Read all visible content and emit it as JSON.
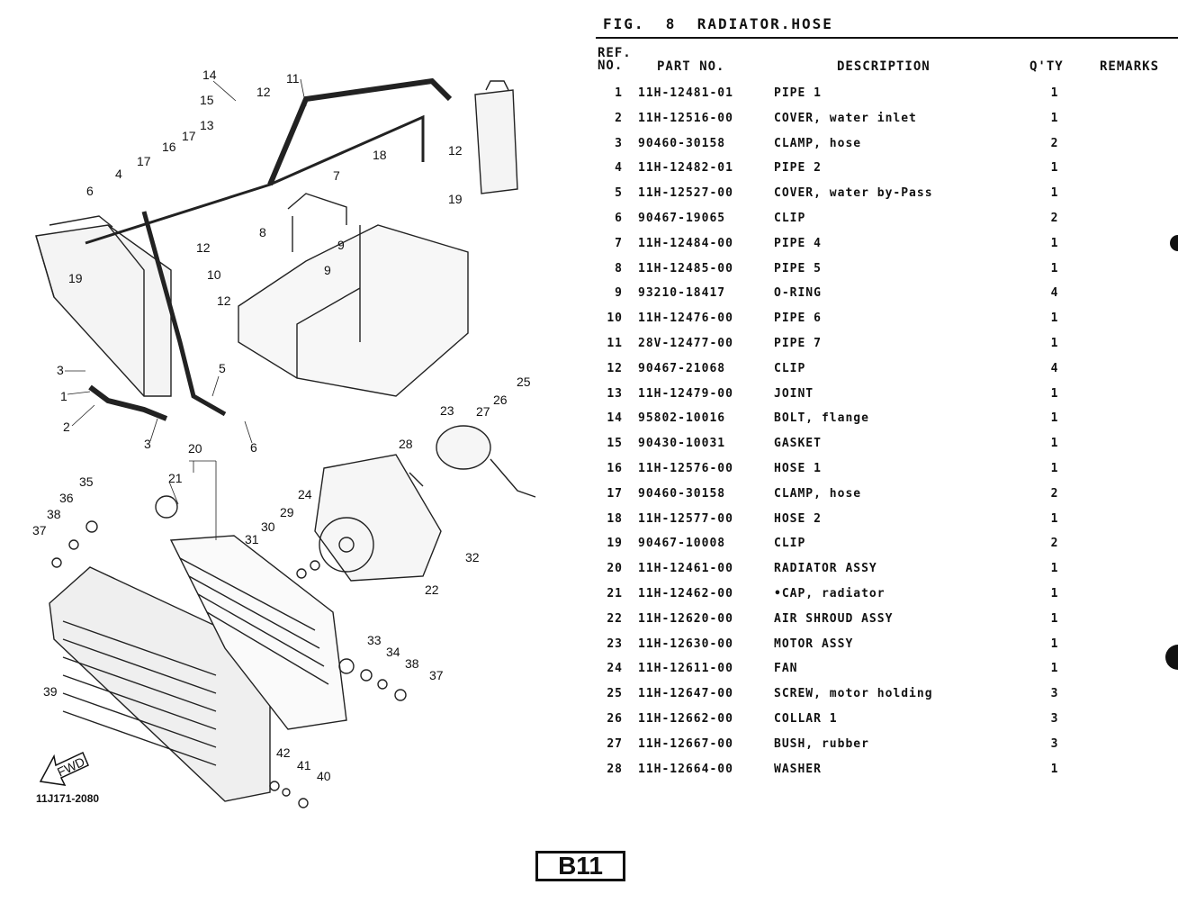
{
  "figure": {
    "title": "FIG.  8  RADIATOR.HOSE"
  },
  "table": {
    "headers": {
      "ref_line1": "REF.",
      "ref_line2": "NO.",
      "part_no": "PART NO.",
      "description": "DESCRIPTION",
      "qty": "Q'TY",
      "remarks": "REMARKS"
    },
    "rows": [
      {
        "ref": "1",
        "part": "11H-12481-01",
        "desc": "PIPE 1",
        "qty": "1"
      },
      {
        "ref": "2",
        "part": "11H-12516-00",
        "desc": "COVER, water inlet",
        "qty": "1"
      },
      {
        "ref": "3",
        "part": "90460-30158",
        "desc": "CLAMP, hose",
        "qty": "2"
      },
      {
        "ref": "4",
        "part": "11H-12482-01",
        "desc": "PIPE 2",
        "qty": "1"
      },
      {
        "ref": "5",
        "part": "11H-12527-00",
        "desc": "COVER, water by-Pass",
        "qty": "1"
      },
      {
        "ref": "6",
        "part": "90467-19065",
        "desc": "CLIP",
        "qty": "2"
      },
      {
        "ref": "7",
        "part": "11H-12484-00",
        "desc": "PIPE 4",
        "qty": "1"
      },
      {
        "ref": "8",
        "part": "11H-12485-00",
        "desc": "PIPE 5",
        "qty": "1"
      },
      {
        "ref": "9",
        "part": "93210-18417",
        "desc": "O-RING",
        "qty": "4"
      },
      {
        "ref": "10",
        "part": "11H-12476-00",
        "desc": "PIPE 6",
        "qty": "1"
      },
      {
        "ref": "11",
        "part": "28V-12477-00",
        "desc": "PIPE 7",
        "qty": "1"
      },
      {
        "ref": "12",
        "part": "90467-21068",
        "desc": "CLIP",
        "qty": "4"
      },
      {
        "ref": "13",
        "part": "11H-12479-00",
        "desc": "JOINT",
        "qty": "1"
      },
      {
        "ref": "14",
        "part": "95802-10016",
        "desc": "BOLT, flange",
        "qty": "1"
      },
      {
        "ref": "15",
        "part": "90430-10031",
        "desc": "GASKET",
        "qty": "1"
      },
      {
        "ref": "16",
        "part": "11H-12576-00",
        "desc": "HOSE 1",
        "qty": "1"
      },
      {
        "ref": "17",
        "part": "90460-30158",
        "desc": "CLAMP, hose",
        "qty": "2"
      },
      {
        "ref": "18",
        "part": "11H-12577-00",
        "desc": "HOSE 2",
        "qty": "1"
      },
      {
        "ref": "19",
        "part": "90467-10008",
        "desc": "CLIP",
        "qty": "2"
      },
      {
        "ref": "20",
        "part": "11H-12461-00",
        "desc": "RADIATOR ASSY",
        "qty": "1"
      },
      {
        "ref": "21",
        "part": "11H-12462-00",
        "desc": "•CAP, radiator",
        "qty": "1"
      },
      {
        "ref": "22",
        "part": "11H-12620-00",
        "desc": "AIR SHROUD ASSY",
        "qty": "1"
      },
      {
        "ref": "23",
        "part": "11H-12630-00",
        "desc": "MOTOR ASSY",
        "qty": "1"
      },
      {
        "ref": "24",
        "part": "11H-12611-00",
        "desc": "FAN",
        "qty": "1"
      },
      {
        "ref": "25",
        "part": "11H-12647-00",
        "desc": "SCREW, motor holding",
        "qty": "3"
      },
      {
        "ref": "26",
        "part": "11H-12662-00",
        "desc": "COLLAR 1",
        "qty": "3"
      },
      {
        "ref": "27",
        "part": "11H-12667-00",
        "desc": "BUSH, rubber",
        "qty": "3"
      },
      {
        "ref": "28",
        "part": "11H-12664-00",
        "desc": "WASHER",
        "qty": "1"
      }
    ]
  },
  "diagram": {
    "code": "11J171-2080",
    "fwd_label": "FWD",
    "callouts": [
      "1",
      "2",
      "3",
      "3",
      "4",
      "5",
      "6",
      "6",
      "7",
      "8",
      "9",
      "9",
      "10",
      "11",
      "12",
      "12",
      "12",
      "12",
      "13",
      "14",
      "15",
      "16",
      "17",
      "17",
      "18",
      "19",
      "19",
      "20",
      "21",
      "22",
      "23",
      "24",
      "25",
      "26",
      "27",
      "28",
      "29",
      "30",
      "31",
      "32",
      "33",
      "34",
      "35",
      "36",
      "37",
      "37",
      "38",
      "38",
      "39",
      "40",
      "41",
      "42"
    ]
  },
  "page_label": "B11"
}
